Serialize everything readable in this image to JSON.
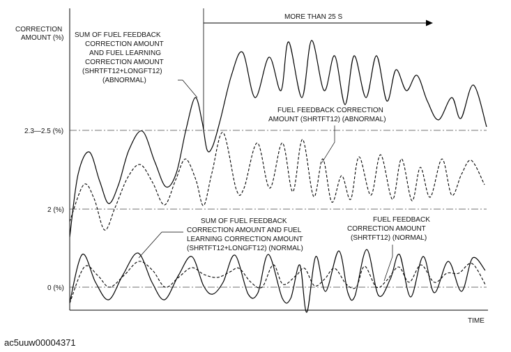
{
  "axes": {
    "y_title_line1": "CORRECTION",
    "y_title_line2": "AMOUNT (%)",
    "x_title": "TIME",
    "tick_high": "2.3—2.5 (%)",
    "tick_mid": "2 (%)",
    "tick_zero": "0 (%)"
  },
  "duration_label": "MORE THAN 25 S",
  "annotations": {
    "abnormal_sum": [
      "SUM OF FUEL FEEDBACK",
      "CORRECTION AMOUNT",
      "AND FUEL LEARNING",
      "CORRECTION AMOUNT",
      "(SHRTFT12+LONGFT12)",
      "(ABNORMAL)"
    ],
    "abnormal_feedback": [
      "FUEL FEEDBACK CORRECTION",
      "AMOUNT (SHRTFT12) (ABNORMAL)"
    ],
    "normal_sum": [
      "SUM OF FUEL FEEDBACK",
      "CORRECTION AMOUNT AND FUEL",
      "LEARNING CORRECTION AMOUNT",
      "(SHRTFT12+LONGFT12) (NORMAL)"
    ],
    "normal_feedback": [
      "FUEL FEEDBACK",
      "CORRECTION AMOUNT",
      "(SHRTFT12) (NORMAL)"
    ]
  },
  "caption": "ac5uuw00004371"
}
